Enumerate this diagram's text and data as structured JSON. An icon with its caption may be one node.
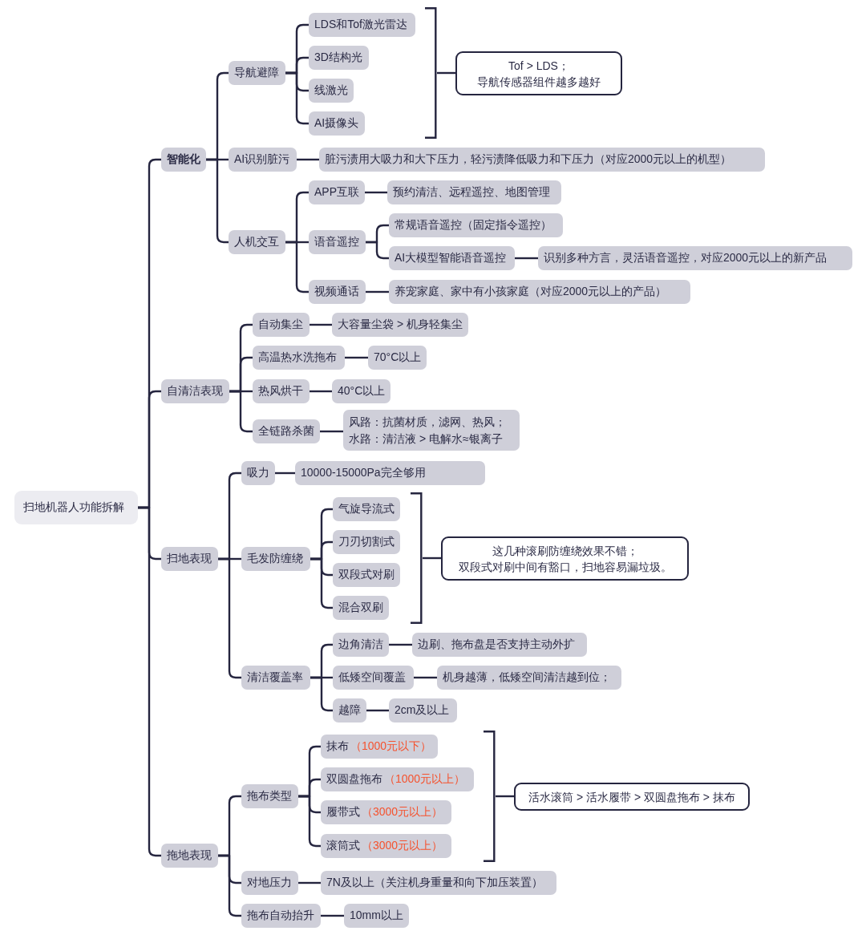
{
  "diagram": {
    "nodes": [
      {
        "text": [
          "扫地机器人功能拆解"
        ]
      },
      {
        "text": [
          "智能化"
        ]
      },
      {
        "text": [
          "导航避障"
        ]
      },
      {
        "text": [
          "LDS和Tof激光雷达"
        ]
      },
      {
        "text": [
          "3D结构光"
        ]
      },
      {
        "text": [
          "线激光"
        ]
      },
      {
        "text": [
          "AI摄像头"
        ]
      },
      {
        "text": [],
        "shape": "bracket"
      },
      {
        "text": [
          "Tof > LDS；",
          "导航传感器组件越多越好"
        ]
      },
      {
        "text": [
          "AI识别脏污"
        ]
      },
      {
        "text": [
          "脏污渍用大吸力和大下压力，轻污渍降低吸力和下压力（对应2000元以上的机型）"
        ]
      },
      {
        "text": [
          "人机交互"
        ]
      },
      {
        "text": [
          "APP互联"
        ]
      },
      {
        "text": [
          "预约清洁、远程遥控、地图管理"
        ]
      },
      {
        "text": [
          "语音遥控"
        ]
      },
      {
        "text": [
          "常规语音遥控（固定指令遥控）"
        ]
      },
      {
        "text": [
          "AI大模型智能语音遥控"
        ]
      },
      {
        "text": [
          "识别多种方言，灵活语音遥控，对应2000元以上的新产品"
        ]
      },
      {
        "text": [
          "视频通话"
        ]
      },
      {
        "text": [
          "养宠家庭、家中有小孩家庭（对应2000元以上的产品）"
        ]
      },
      {
        "text": [
          "自清洁表现"
        ]
      },
      {
        "text": [
          "自动集尘"
        ]
      },
      {
        "text": [
          "大容量尘袋 > 机身轻集尘"
        ]
      },
      {
        "text": [
          "高温热水洗拖布"
        ]
      },
      {
        "text": [
          "70°C以上"
        ]
      },
      {
        "text": [
          "热风烘干"
        ]
      },
      {
        "text": [
          "40°C以上"
        ]
      },
      {
        "text": [
          "全链路杀菌"
        ]
      },
      {
        "text": [
          "风路：抗菌材质，滤网、热风；",
          "水路：清洁液 > 电解水≈银离子"
        ]
      },
      {
        "text": [
          "扫地表现"
        ]
      },
      {
        "text": [
          "吸力"
        ]
      },
      {
        "text": [
          "10000-15000Pa完全够用"
        ]
      },
      {
        "text": [
          "毛发防缠绕"
        ]
      },
      {
        "text": [
          "气旋导流式"
        ]
      },
      {
        "text": [
          "刀刃切割式"
        ]
      },
      {
        "text": [
          "双段式对刷"
        ]
      },
      {
        "text": [
          "混合双刷"
        ]
      },
      {
        "text": [],
        "shape": "bracket"
      },
      {
        "text": [
          "这几种滚刷防缠绕效果不错；",
          "双段式对刷中间有豁口，扫地容易漏垃圾。"
        ]
      },
      {
        "text": [
          "清洁覆盖率"
        ]
      },
      {
        "text": [
          "边角清洁"
        ]
      },
      {
        "text": [
          "边刷、拖布盘是否支持主动外扩"
        ]
      },
      {
        "text": [
          "低矮空间覆盖"
        ]
      },
      {
        "text": [
          "机身越薄，低矮空间清洁越到位；"
        ]
      },
      {
        "text": [
          "越障"
        ]
      },
      {
        "text": [
          "2cm及以上"
        ]
      },
      {
        "text": [
          "拖地表现"
        ]
      },
      {
        "text": [
          "拖布类型"
        ]
      },
      {
        "text": [
          "抹布",
          "（1000元以下）"
        ]
      },
      {
        "text": [
          "双圆盘拖布",
          "（1000元以上）"
        ]
      },
      {
        "text": [
          "履带式",
          "（3000元以上）"
        ]
      },
      {
        "text": [
          "滚筒式",
          "（3000元以上）"
        ]
      },
      {
        "text": [],
        "shape": "bracket"
      },
      {
        "text": [
          "活水滚筒 > 活水履带 > 双圆盘拖布 > 抹布"
        ]
      },
      {
        "text": [
          "对地压力"
        ]
      },
      {
        "text": [
          "7N及以上（关注机身重量和向下加压装置）"
        ]
      },
      {
        "text": [
          "拖布自动抬升"
        ]
      },
      {
        "text": [
          "10mm以上"
        ]
      }
    ],
    "edges": [
      {
        "from": 0,
        "to": 1,
        "arrow": "none"
      },
      {
        "from": 1,
        "to": 2,
        "arrow": "none"
      },
      {
        "from": 2,
        "to": 3,
        "arrow": "none"
      },
      {
        "from": 2,
        "to": 4,
        "arrow": "none"
      },
      {
        "from": 2,
        "to": 5,
        "arrow": "none"
      },
      {
        "from": 2,
        "to": 6,
        "arrow": "none"
      },
      {
        "from": 7,
        "to": 8,
        "arrow": "none"
      },
      {
        "from": 1,
        "to": 9,
        "arrow": "none"
      },
      {
        "from": 9,
        "to": 10,
        "arrow": "none"
      },
      {
        "from": 1,
        "to": 11,
        "arrow": "none"
      },
      {
        "from": 11,
        "to": 12,
        "arrow": "none"
      },
      {
        "from": 12,
        "to": 13,
        "arrow": "none"
      },
      {
        "from": 11,
        "to": 14,
        "arrow": "none"
      },
      {
        "from": 14,
        "to": 15,
        "arrow": "none"
      },
      {
        "from": 14,
        "to": 16,
        "arrow": "none"
      },
      {
        "from": 16,
        "to": 17,
        "arrow": "none"
      },
      {
        "from": 11,
        "to": 18,
        "arrow": "none"
      },
      {
        "from": 18,
        "to": 19,
        "arrow": "none"
      },
      {
        "from": 0,
        "to": 20,
        "arrow": "none"
      },
      {
        "from": 20,
        "to": 21,
        "arrow": "none"
      },
      {
        "from": 21,
        "to": 22,
        "arrow": "none"
      },
      {
        "from": 20,
        "to": 23,
        "arrow": "none"
      },
      {
        "from": 23,
        "to": 24,
        "arrow": "none"
      },
      {
        "from": 20,
        "to": 25,
        "arrow": "none"
      },
      {
        "from": 25,
        "to": 26,
        "arrow": "none"
      },
      {
        "from": 20,
        "to": 27,
        "arrow": "none"
      },
      {
        "from": 27,
        "to": 28,
        "arrow": "none"
      },
      {
        "from": 0,
        "to": 29,
        "arrow": "none"
      },
      {
        "from": 29,
        "to": 30,
        "arrow": "none"
      },
      {
        "from": 30,
        "to": 31,
        "arrow": "none"
      },
      {
        "from": 29,
        "to": 32,
        "arrow": "none"
      },
      {
        "from": 32,
        "to": 33,
        "arrow": "none"
      },
      {
        "from": 32,
        "to": 34,
        "arrow": "none"
      },
      {
        "from": 32,
        "to": 35,
        "arrow": "none"
      },
      {
        "from": 32,
        "to": 36,
        "arrow": "none"
      },
      {
        "from": 37,
        "to": 38,
        "arrow": "none"
      },
      {
        "from": 29,
        "to": 39,
        "arrow": "none"
      },
      {
        "from": 39,
        "to": 40,
        "arrow": "none"
      },
      {
        "from": 40,
        "to": 41,
        "arrow": "none"
      },
      {
        "from": 39,
        "to": 42,
        "arrow": "none"
      },
      {
        "from": 42,
        "to": 43,
        "arrow": "none"
      },
      {
        "from": 39,
        "to": 44,
        "arrow": "none"
      },
      {
        "from": 44,
        "to": 45,
        "arrow": "none"
      },
      {
        "from": 0,
        "to": 46,
        "arrow": "none"
      },
      {
        "from": 46,
        "to": 47,
        "arrow": "none"
      },
      {
        "from": 47,
        "to": 48,
        "arrow": "none"
      },
      {
        "from": 47,
        "to": 49,
        "arrow": "none"
      },
      {
        "from": 47,
        "to": 50,
        "arrow": "none"
      },
      {
        "from": 47,
        "to": 51,
        "arrow": "none"
      },
      {
        "from": 52,
        "to": 53,
        "arrow": "none"
      },
      {
        "from": 46,
        "to": 54,
        "arrow": "none"
      },
      {
        "from": 54,
        "to": 55,
        "arrow": "none"
      },
      {
        "from": 46,
        "to": 56,
        "arrow": "none"
      },
      {
        "from": 56,
        "to": 57,
        "arrow": "none"
      }
    ]
  }
}
